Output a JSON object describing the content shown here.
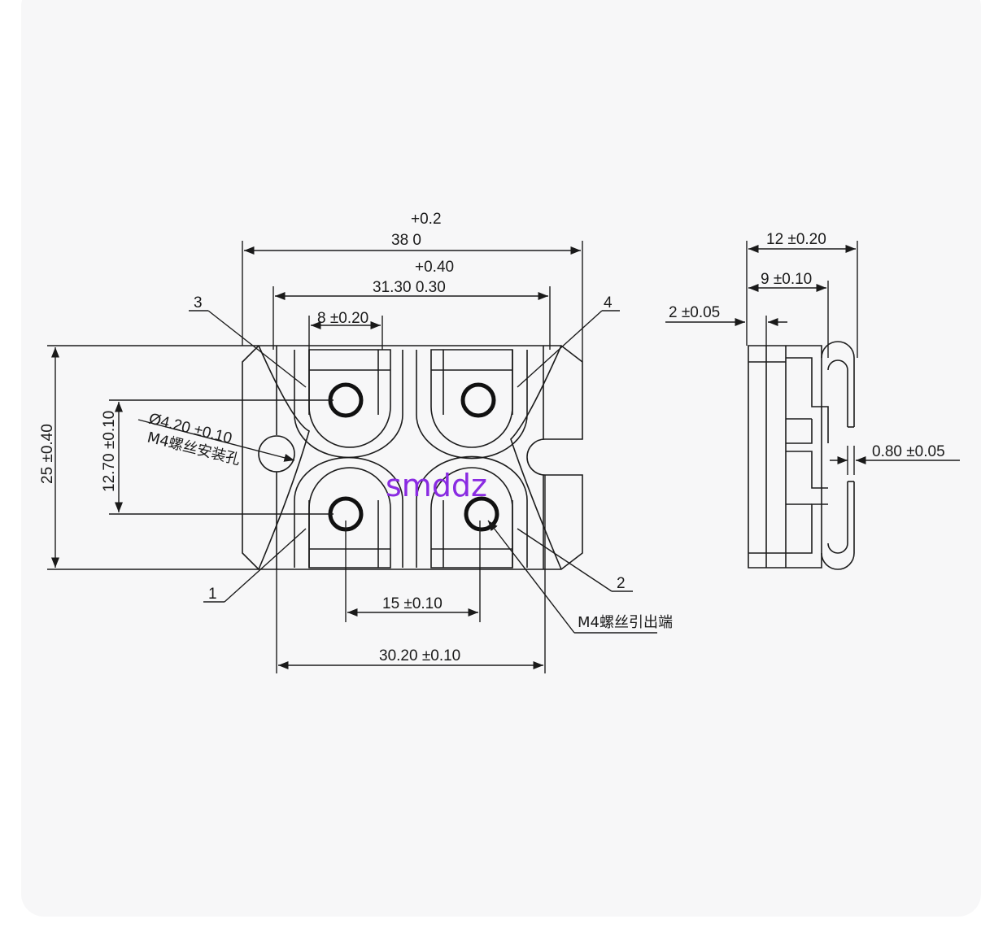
{
  "watermark": "smddz",
  "front_view": {
    "overall_width": {
      "main": "38  0",
      "tol": "+0.2"
    },
    "inner_width": {
      "main": "31.30 0.30",
      "tol": "+0.40"
    },
    "tab_width": "8 ±0.20",
    "height": "25 ±0.40",
    "hole_pitch_v": "12.70 ±0.10",
    "mount_hole_dia": "Ø4.20 ±0.10",
    "mount_hole_note": "M4螺丝安装孔",
    "terminal_pitch": "15 ±0.10",
    "mount_hole_pitch": "30.20 ±0.10",
    "terminal_note": "M4螺丝引出端",
    "pins": [
      "1",
      "2",
      "3",
      "4"
    ]
  },
  "side_view": {
    "total": "12 ±0.20",
    "body": "9 ±0.10",
    "base": "2 ±0.05",
    "lead": "0.80 ±0.05"
  }
}
